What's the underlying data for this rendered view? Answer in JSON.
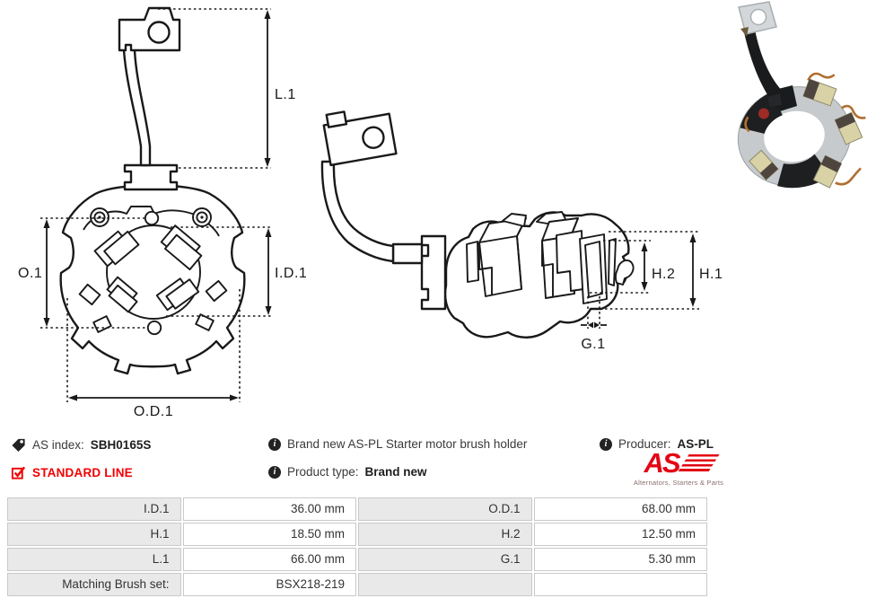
{
  "colors": {
    "accent_red": "#e30613",
    "standard_line_red": "#f30000",
    "drawing_line": "#191919",
    "table_label_bg": "#e9e9e9",
    "table_border": "#c9c9c9"
  },
  "drawing": {
    "front_labels": {
      "l1": "L.1",
      "o1": "O.1",
      "id1": "I.D.1",
      "od1": "O.D.1"
    },
    "side_labels": {
      "h2": "H.2",
      "h1": "H.1",
      "g1": "G.1"
    }
  },
  "info": {
    "info_glyph": "i",
    "as_index": {
      "label": "AS index:",
      "value": "SBH0165S"
    },
    "standard_line": "STANDARD LINE",
    "description": "Brand new AS-PL Starter motor brush holder",
    "product_type": {
      "label": "Product type:",
      "value": "Brand new"
    },
    "producer": {
      "label": "Producer:",
      "value": "AS-PL"
    }
  },
  "logo": {
    "wordmark": "AS",
    "tagline": "Alternators, Starters & Parts"
  },
  "spec_table": {
    "rows": [
      [
        "I.D.1",
        "36.00 mm",
        "O.D.1",
        "68.00 mm"
      ],
      [
        "H.1",
        "18.50 mm",
        "H.2",
        "12.50 mm"
      ],
      [
        "L.1",
        "66.00 mm",
        "G.1",
        "5.30 mm"
      ],
      [
        "Matching Brush set:",
        "BSX218-219",
        "",
        ""
      ]
    ]
  }
}
